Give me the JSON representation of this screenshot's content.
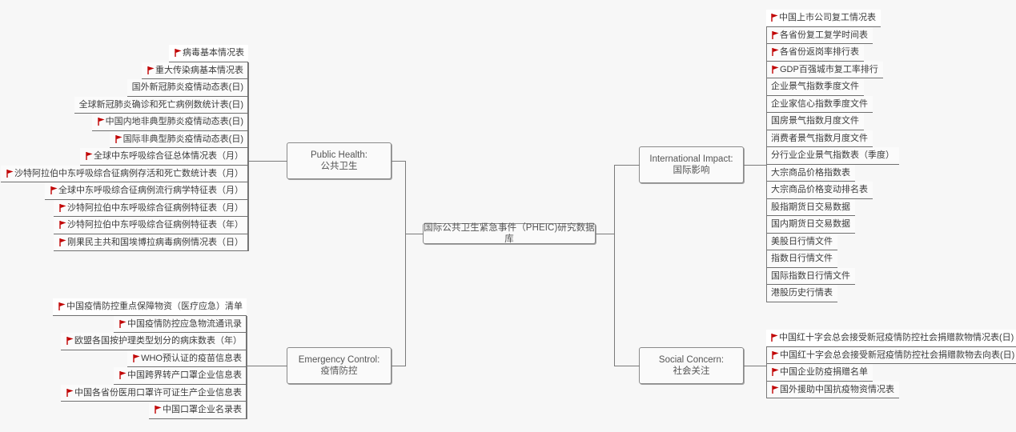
{
  "diagram": {
    "type": "mind-map",
    "background_color": "#f7f7f7",
    "line_color": "#7a7a7a",
    "flag_color": "#c00000",
    "root": {
      "label": "国际公共卫生紧急事件（PHEIC)研究数据库"
    },
    "branches": [
      {
        "id": "public-health",
        "label_en": "Public Health:",
        "label_zh": "公共卫生",
        "side": "left",
        "leaves": [
          {
            "text": "病毒基本情况表",
            "flag": true,
            "highlight": true
          },
          {
            "text": "重大传染病基本情况表",
            "flag": true,
            "highlight": false
          },
          {
            "text": "国外新冠肺炎疫情动态表(日)",
            "flag": false,
            "highlight": false
          },
          {
            "text": "全球新冠肺炎确诊和死亡病例数统计表(日)",
            "flag": false,
            "highlight": false
          },
          {
            "text": "中国内地非典型肺炎疫情动态表(日)",
            "flag": true,
            "highlight": false
          },
          {
            "text": "国际非典型肺炎疫情动态表(日)",
            "flag": true,
            "highlight": false
          },
          {
            "text": "全球中东呼吸综合征总体情况表（月）",
            "flag": true,
            "highlight": false
          },
          {
            "text": "沙特阿拉伯中东呼吸综合征病例存活和死亡数统计表（月）",
            "flag": true,
            "highlight": false
          },
          {
            "text": "全球中东呼吸综合征病例流行病学特征表（月）",
            "flag": true,
            "highlight": false
          },
          {
            "text": "沙特阿拉伯中东呼吸综合征病例特征表（月）",
            "flag": true,
            "highlight": false
          },
          {
            "text": "沙特阿拉伯中东呼吸综合征病例特征表（年）",
            "flag": true,
            "highlight": false
          },
          {
            "text": "刚果民主共和国埃博拉病毒病例情况表（日）",
            "flag": true,
            "highlight": false
          }
        ]
      },
      {
        "id": "emergency-control",
        "label_en": "Emergency Control:",
        "label_zh": "疫情防控",
        "side": "left",
        "leaves": [
          {
            "text": "中国疫情防控重点保障物资（医疗应急）清单",
            "flag": true,
            "highlight": true
          },
          {
            "text": "中国疫情防控应急物流通讯录",
            "flag": true,
            "highlight": false
          },
          {
            "text": "欧盟各国按护理类型划分的病床数表（年）",
            "flag": true,
            "highlight": false
          },
          {
            "text": "WHO预认证的疫苗信息表",
            "flag": true,
            "highlight": false
          },
          {
            "text": "中国跨界转产口罩企业信息表",
            "flag": true,
            "highlight": false
          },
          {
            "text": "中国各省份医用口罩许可证生产企业信息表",
            "flag": true,
            "highlight": false
          },
          {
            "text": "中国口罩企业名录表",
            "flag": true,
            "highlight": false
          }
        ]
      },
      {
        "id": "international-impact",
        "label_en": "International Impact:",
        "label_zh": "国际影响",
        "side": "right",
        "leaves": [
          {
            "text": "中国上市公司复工情况表",
            "flag": true,
            "highlight": true
          },
          {
            "text": "各省份复工复学时间表",
            "flag": true,
            "highlight": false
          },
          {
            "text": "各省份返岗率排行表",
            "flag": true,
            "highlight": false
          },
          {
            "text": "GDP百强城市复工率排行",
            "flag": true,
            "highlight": false
          },
          {
            "text": "企业景气指数季度文件",
            "flag": false,
            "highlight": false
          },
          {
            "text": "企业家信心指数季度文件",
            "flag": false,
            "highlight": false
          },
          {
            "text": "国房景气指数月度文件",
            "flag": false,
            "highlight": false
          },
          {
            "text": "消费者景气指数月度文件",
            "flag": false,
            "highlight": false
          },
          {
            "text": "分行业企业景气指数表（季度）",
            "flag": false,
            "highlight": false
          },
          {
            "text": "大宗商品价格指数表",
            "flag": false,
            "highlight": false
          },
          {
            "text": "大宗商品价格变动排名表",
            "flag": false,
            "highlight": false
          },
          {
            "text": "股指期货日交易数据",
            "flag": false,
            "highlight": false
          },
          {
            "text": "国内期货日交易数据",
            "flag": false,
            "highlight": false
          },
          {
            "text": "美股日行情文件",
            "flag": false,
            "highlight": false
          },
          {
            "text": "指数日行情文件",
            "flag": false,
            "highlight": false
          },
          {
            "text": "国际指数日行情文件",
            "flag": false,
            "highlight": false
          },
          {
            "text": "港股历史行情表",
            "flag": false,
            "highlight": false
          }
        ]
      },
      {
        "id": "social-concern",
        "label_en": "Social Concern:",
        "label_zh": "社会关注",
        "side": "right",
        "leaves": [
          {
            "text": "中国红十字会总会接受新冠疫情防控社会捐赠款物情况表(日)",
            "flag": true,
            "highlight": true
          },
          {
            "text": "中国红十字会总会接受新冠疫情防控社会捐赠款物去向表(日)",
            "flag": true,
            "highlight": false
          },
          {
            "text": "中国企业防疫捐赠名单",
            "flag": true,
            "highlight": false
          },
          {
            "text": "国外援助中国抗疫物资情况表",
            "flag": true,
            "highlight": false
          }
        ]
      }
    ]
  }
}
